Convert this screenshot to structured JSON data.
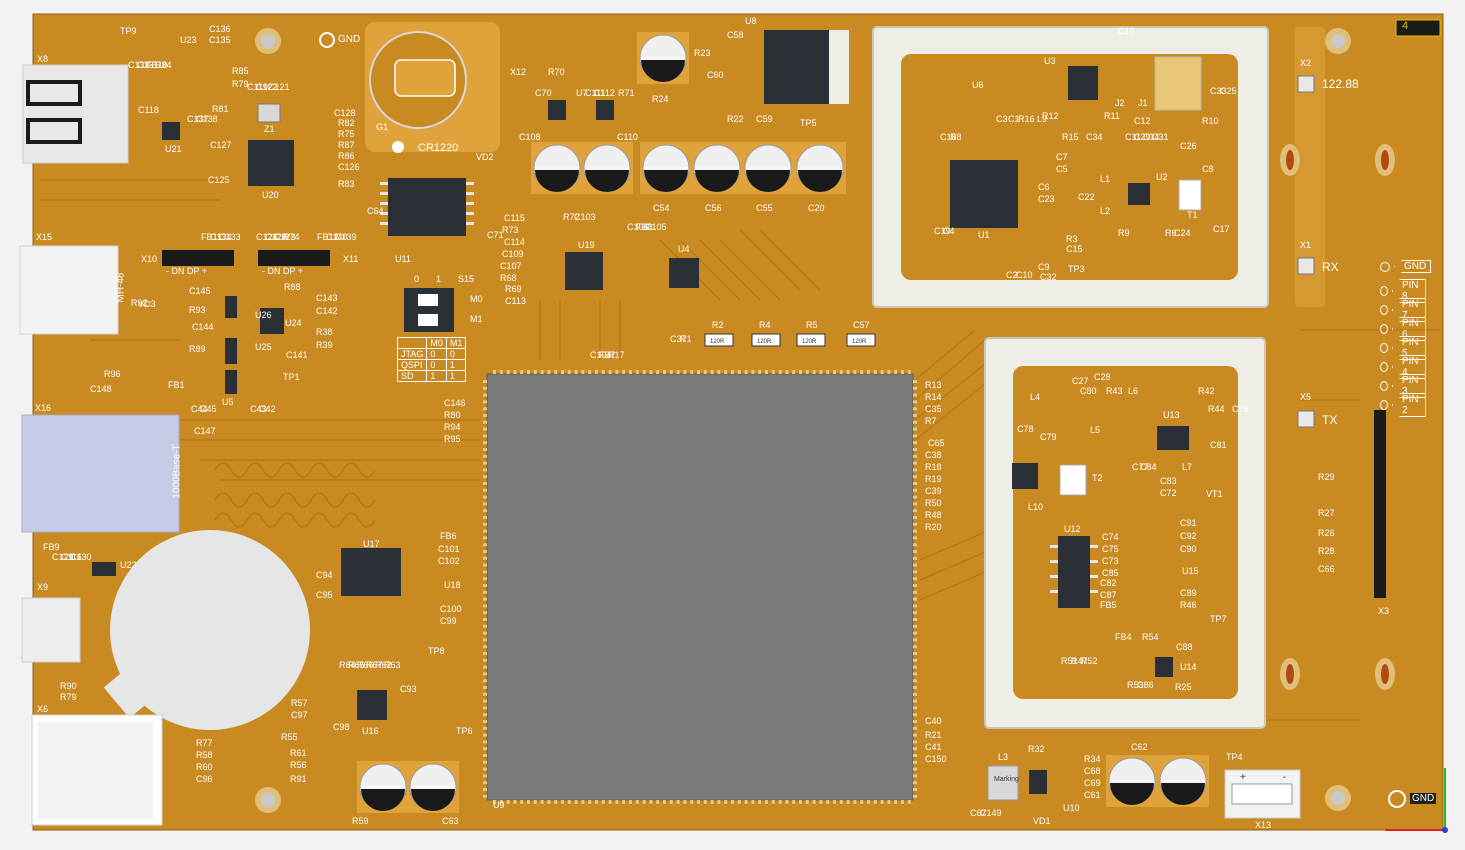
{
  "board": {
    "colors": {
      "background": "#f2f2f2",
      "board": "#c98a22",
      "trace": "#b8781a",
      "copper_light": "#e0a23a",
      "chip": "#2b2f36",
      "big_chip": "#7a7a7a",
      "silk": "#ffffff",
      "can_shield": "#efeee6",
      "pin_black": "#1a1a1a"
    },
    "icons": [
      "mounting-hole-icon",
      "usb-connector-icon",
      "ethernet-jack-icon",
      "sd-card-slot-icon",
      "battery-holder-icon",
      "coax-connector-icon",
      "electrolytic-capacitor-icon",
      "axis-gizmo-icon"
    ],
    "big_labels": {
      "gnd_top": "GND",
      "gnd_bottom": "GND",
      "cr1220": "CR1220",
      "freq": "122.88",
      "rx": "RX",
      "tx": "TX",
      "ethernet": "1000Base-T",
      "mh48": "MH-48",
      "corner_mark": "4"
    },
    "pin_header": [
      {
        "label": "GND"
      },
      {
        "label": "PIN 8"
      },
      {
        "label": "PIN 7"
      },
      {
        "label": "PIN 6"
      },
      {
        "label": "PIN 5"
      },
      {
        "label": "PIN 4"
      },
      {
        "label": "PIN 3"
      },
      {
        "label": "PIN 2"
      }
    ],
    "connectors": {
      "x10_header": "- DN DP +",
      "x11_header": "- DN DP +",
      "x13_header": "+ -"
    },
    "mode_table": {
      "switch": "S15",
      "switch_cols": [
        "0",
        "1"
      ],
      "switch_rows": [
        "M0",
        "M1"
      ],
      "head": [
        "",
        "M0",
        "M1"
      ],
      "rows": [
        [
          "JTAG",
          "0",
          "0"
        ],
        [
          "QSPI",
          "0",
          "1"
        ],
        [
          "SD",
          "1",
          "1"
        ]
      ]
    },
    "designators": [
      {
        "t": "X8"
      },
      {
        "t": "X15"
      },
      {
        "t": "X16"
      },
      {
        "t": "X9"
      },
      {
        "t": "X6"
      },
      {
        "t": "X10"
      },
      {
        "t": "X11"
      },
      {
        "t": "X12"
      },
      {
        "t": "X2"
      },
      {
        "t": "X1"
      },
      {
        "t": "X5"
      },
      {
        "t": "X3"
      },
      {
        "t": "X13"
      },
      {
        "t": "TP9"
      },
      {
        "t": "TP1"
      },
      {
        "t": "TP8"
      },
      {
        "t": "TP6"
      },
      {
        "t": "TP5"
      },
      {
        "t": "TP3"
      },
      {
        "t": "TP7"
      },
      {
        "t": "TP4"
      },
      {
        "t": "U23"
      },
      {
        "t": "U21"
      },
      {
        "t": "U20"
      },
      {
        "t": "U26"
      },
      {
        "t": "U24"
      },
      {
        "t": "U25"
      },
      {
        "t": "U5"
      },
      {
        "t": "U22"
      },
      {
        "t": "U17"
      },
      {
        "t": "U18"
      },
      {
        "t": "U16"
      },
      {
        "t": "U9"
      },
      {
        "t": "U11"
      },
      {
        "t": "U19"
      },
      {
        "t": "U4"
      },
      {
        "t": "U8"
      },
      {
        "t": "U6"
      },
      {
        "t": "U3"
      },
      {
        "t": "U1"
      },
      {
        "t": "U2"
      },
      {
        "t": "U13"
      },
      {
        "t": "U12"
      },
      {
        "t": "U15"
      },
      {
        "t": "U14"
      },
      {
        "t": "U10"
      },
      {
        "t": "VD2"
      },
      {
        "t": "VD3"
      },
      {
        "t": "VD1"
      },
      {
        "t": "VT1"
      },
      {
        "t": "Z1"
      },
      {
        "t": "G1"
      },
      {
        "t": "J1"
      },
      {
        "t": "J2"
      },
      {
        "t": "T1"
      },
      {
        "t": "T2"
      },
      {
        "t": "L1"
      },
      {
        "t": "L2"
      },
      {
        "t": "L3"
      },
      {
        "t": "L4"
      },
      {
        "t": "L5"
      },
      {
        "t": "L6"
      },
      {
        "t": "L7"
      },
      {
        "t": "L9"
      },
      {
        "t": "L10"
      },
      {
        "t": "C136"
      },
      {
        "t": "C135"
      },
      {
        "t": "C132"
      },
      {
        "t": "C131"
      },
      {
        "t": "FB10"
      },
      {
        "t": "R84"
      },
      {
        "t": "R85"
      },
      {
        "t": "R79"
      },
      {
        "t": "C119"
      },
      {
        "t": "C122"
      },
      {
        "t": "C121"
      },
      {
        "t": "C118"
      },
      {
        "t": "C137"
      },
      {
        "t": "C138"
      },
      {
        "t": "R81"
      },
      {
        "t": "C128"
      },
      {
        "t": "R82"
      },
      {
        "t": "R75"
      },
      {
        "t": "R87"
      },
      {
        "t": "R86"
      },
      {
        "t": "C126"
      },
      {
        "t": "R83"
      },
      {
        "t": "C127"
      },
      {
        "t": "C125"
      },
      {
        "t": "FB11"
      },
      {
        "t": "C134"
      },
      {
        "t": "C133"
      },
      {
        "t": "C124"
      },
      {
        "t": "C120"
      },
      {
        "t": "C123"
      },
      {
        "t": "R74"
      },
      {
        "t": "FB12"
      },
      {
        "t": "C140"
      },
      {
        "t": "C139"
      },
      {
        "t": "C145"
      },
      {
        "t": "R93"
      },
      {
        "t": "C144"
      },
      {
        "t": "R89"
      },
      {
        "t": "R88"
      },
      {
        "t": "C143"
      },
      {
        "t": "C142"
      },
      {
        "t": "R38"
      },
      {
        "t": "R39"
      },
      {
        "t": "C141"
      },
      {
        "t": "R92"
      },
      {
        "t": "R96"
      },
      {
        "t": "C148"
      },
      {
        "t": "FB1"
      },
      {
        "t": "C44"
      },
      {
        "t": "C45"
      },
      {
        "t": "C43"
      },
      {
        "t": "C42"
      },
      {
        "t": "C147"
      },
      {
        "t": "C146"
      },
      {
        "t": "R80"
      },
      {
        "t": "R94"
      },
      {
        "t": "R95"
      },
      {
        "t": "FB9"
      },
      {
        "t": "C129"
      },
      {
        "t": "C116"
      },
      {
        "t": "C130"
      },
      {
        "t": "C95"
      },
      {
        "t": "C94"
      },
      {
        "t": "FB6"
      },
      {
        "t": "C101"
      },
      {
        "t": "C102"
      },
      {
        "t": "C100"
      },
      {
        "t": "C99"
      },
      {
        "t": "R64"
      },
      {
        "t": "R65"
      },
      {
        "t": "R66"
      },
      {
        "t": "R67"
      },
      {
        "t": "R62"
      },
      {
        "t": "R63"
      },
      {
        "t": "R57"
      },
      {
        "t": "C97"
      },
      {
        "t": "C93"
      },
      {
        "t": "C98"
      },
      {
        "t": "R55"
      },
      {
        "t": "R61"
      },
      {
        "t": "R56"
      },
      {
        "t": "R91"
      },
      {
        "t": "R90"
      },
      {
        "t": "R79"
      },
      {
        "t": "R77"
      },
      {
        "t": "R58"
      },
      {
        "t": "R60"
      },
      {
        "t": "C96"
      },
      {
        "t": "R59"
      },
      {
        "t": "C63"
      },
      {
        "t": "C64"
      },
      {
        "t": "C71"
      },
      {
        "t": "C70"
      },
      {
        "t": "R70"
      },
      {
        "t": "U7"
      },
      {
        "t": "C111"
      },
      {
        "t": "C112"
      },
      {
        "t": "R71"
      },
      {
        "t": "C108"
      },
      {
        "t": "C110"
      },
      {
        "t": "R72"
      },
      {
        "t": "C103"
      },
      {
        "t": "C115"
      },
      {
        "t": "R73"
      },
      {
        "t": "C114"
      },
      {
        "t": "C109"
      },
      {
        "t": "C107"
      },
      {
        "t": "R68"
      },
      {
        "t": "R69"
      },
      {
        "t": "C113"
      },
      {
        "t": "C106"
      },
      {
        "t": "FB8"
      },
      {
        "t": "C105"
      },
      {
        "t": "C104"
      },
      {
        "t": "FB7"
      },
      {
        "t": "R17"
      },
      {
        "t": "C37"
      },
      {
        "t": "R1"
      },
      {
        "t": "R2"
      },
      {
        "t": "R4"
      },
      {
        "t": "R5"
      },
      {
        "t": "C57"
      },
      {
        "t": "R23"
      },
      {
        "t": "C58"
      },
      {
        "t": "C60"
      },
      {
        "t": "R24"
      },
      {
        "t": "R22"
      },
      {
        "t": "C59"
      },
      {
        "t": "C54"
      },
      {
        "t": "C56"
      },
      {
        "t": "C55"
      },
      {
        "t": "C20"
      },
      {
        "t": "C18"
      },
      {
        "t": "R8"
      },
      {
        "t": "C3"
      },
      {
        "t": "C1"
      },
      {
        "t": "R16"
      },
      {
        "t": "R12"
      },
      {
        "t": "R15"
      },
      {
        "t": "R11"
      },
      {
        "t": "C34"
      },
      {
        "t": "C16"
      },
      {
        "t": "C11"
      },
      {
        "t": "C29"
      },
      {
        "t": "C12"
      },
      {
        "t": "C14"
      },
      {
        "t": "C31"
      },
      {
        "t": "R10"
      },
      {
        "t": "C33"
      },
      {
        "t": "C25"
      },
      {
        "t": "C26"
      },
      {
        "t": "C8"
      },
      {
        "t": "C7"
      },
      {
        "t": "C5"
      },
      {
        "t": "C6"
      },
      {
        "t": "C23"
      },
      {
        "t": "C22"
      },
      {
        "t": "R3"
      },
      {
        "t": "C15"
      },
      {
        "t": "R9"
      },
      {
        "t": "R6"
      },
      {
        "t": "C24"
      },
      {
        "t": "C17"
      },
      {
        "t": "C19"
      },
      {
        "t": "C4"
      },
      {
        "t": "C2"
      },
      {
        "t": "C10"
      },
      {
        "t": "C9"
      },
      {
        "t": "C32"
      },
      {
        "t": "R13"
      },
      {
        "t": "R14"
      },
      {
        "t": "C35"
      },
      {
        "t": "R7"
      },
      {
        "t": "C65"
      },
      {
        "t": "C38"
      },
      {
        "t": "R18"
      },
      {
        "t": "R19"
      },
      {
        "t": "C39"
      },
      {
        "t": "R50"
      },
      {
        "t": "R48"
      },
      {
        "t": "R20"
      },
      {
        "t": "C40"
      },
      {
        "t": "R21"
      },
      {
        "t": "C41"
      },
      {
        "t": "C150"
      },
      {
        "t": "C78"
      },
      {
        "t": "C79"
      },
      {
        "t": "C27"
      },
      {
        "t": "C80"
      },
      {
        "t": "C28"
      },
      {
        "t": "R43"
      },
      {
        "t": "R42"
      },
      {
        "t": "R44"
      },
      {
        "t": "C76"
      },
      {
        "t": "C81"
      },
      {
        "t": "C77"
      },
      {
        "t": "C84"
      },
      {
        "t": "C83"
      },
      {
        "t": "C72"
      },
      {
        "t": "C74"
      },
      {
        "t": "C75"
      },
      {
        "t": "C73"
      },
      {
        "t": "C85"
      },
      {
        "t": "C82"
      },
      {
        "t": "C87"
      },
      {
        "t": "FB5"
      },
      {
        "t": "C91"
      },
      {
        "t": "C92"
      },
      {
        "t": "C90"
      },
      {
        "t": "C89"
      },
      {
        "t": "R46"
      },
      {
        "t": "R51"
      },
      {
        "t": "R47"
      },
      {
        "t": "R52"
      },
      {
        "t": "FB4"
      },
      {
        "t": "R54"
      },
      {
        "t": "C88"
      },
      {
        "t": "R53"
      },
      {
        "t": "C86"
      },
      {
        "t": "R25"
      },
      {
        "t": "R29"
      },
      {
        "t": "R27"
      },
      {
        "t": "R26"
      },
      {
        "t": "R28"
      },
      {
        "t": "C66"
      },
      {
        "t": "C67"
      },
      {
        "t": "C149"
      },
      {
        "t": "R32"
      },
      {
        "t": "R34"
      },
      {
        "t": "C68"
      },
      {
        "t": "C69"
      },
      {
        "t": "C61"
      },
      {
        "t": "C62"
      }
    ],
    "marking": "Marking",
    "resistor_value": "120R"
  }
}
